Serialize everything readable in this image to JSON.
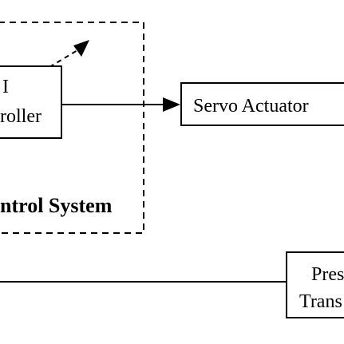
{
  "diagram": {
    "controller": {
      "line1": "I",
      "line2": "roller"
    },
    "servo_actuator": {
      "label": "Servo Actuator"
    },
    "control_system": {
      "label": "ntrol System"
    },
    "pressure_transducer": {
      "line1": "Pres",
      "line2": "Trans"
    },
    "colors": {
      "stroke": "#000000",
      "background": "#ffffff",
      "text": "#000000"
    }
  }
}
